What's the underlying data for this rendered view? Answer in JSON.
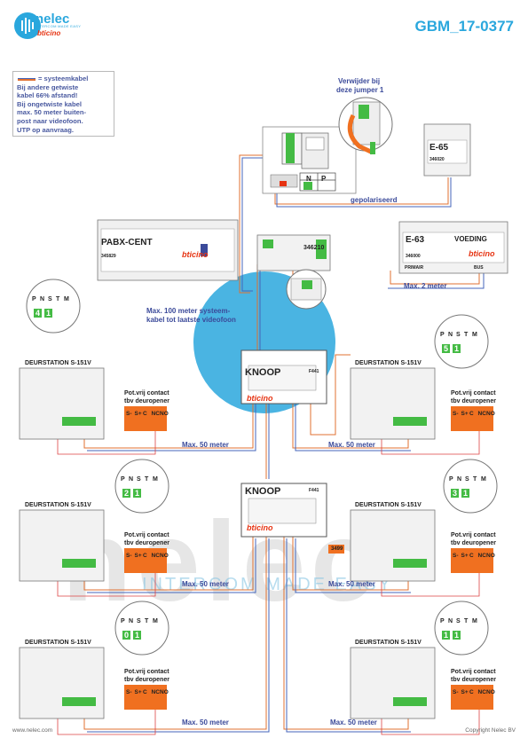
{
  "header": {
    "doc_code": "GBM_17-0377",
    "logo_name": "nelec",
    "logo_tagline": "INTERCOM MADE EASY",
    "logo_brand": "bticino"
  },
  "legend": {
    "line1": "= systeemkabel",
    "line2": "Bij andere getwiste",
    "line3": "kabel 66% afstand!",
    "line4": "Bij ongetwiste kabel",
    "line5": "max. 50 meter buiten-",
    "line6": "post naar videofoon.",
    "line7": "UTP op aanvraag."
  },
  "annotations": {
    "jumper_line1": "Verwijder bij",
    "jumper_line2": "deze jumper 1",
    "polarised": "gepolariseerd",
    "max2": "Max. 2 meter",
    "max100_1": "Max. 100 meter systeem-",
    "max100_2": "kabel tot laatste videofoon",
    "max50": "Max. 50 meter",
    "contact1": "Pot.vrij contact",
    "contact2": "tbv deuropener",
    "part3499": "3499"
  },
  "devices": {
    "pabx_name": "PABX-CENT",
    "pabx_code": "345829",
    "interface_code": "346210",
    "e65_name": "E-65",
    "e65_code": "346020",
    "e63_name": "E-63",
    "e63_label": "VOEDING",
    "e63_code": "346000",
    "e63_primair": "PRIMAIR",
    "e63_bus": "BUS",
    "knoop_name": "KNOOP",
    "knoop_code": "F441",
    "brand": "bticino",
    "door_station": "DEURSTATION S-151V",
    "np_n": "N",
    "np_p": "P"
  },
  "door_stations": [
    {
      "pos": "left-1",
      "n1": "4",
      "n2": "1"
    },
    {
      "pos": "right-1",
      "n1": "5",
      "n2": "1"
    },
    {
      "pos": "left-2",
      "n1": "2",
      "n2": "1"
    },
    {
      "pos": "right-2",
      "n1": "3",
      "n2": "1"
    },
    {
      "pos": "left-3",
      "n1": "0",
      "n2": "1"
    },
    {
      "pos": "right-3",
      "n1": "1",
      "n2": "1"
    }
  ],
  "relay_terms": [
    "S-",
    "S+",
    "C",
    "NC",
    "NO"
  ],
  "footer": {
    "left": "www.nelec.com",
    "right": "Copyright Nelec BV"
  },
  "colors": {
    "brand_blue": "#2aa7dd",
    "label_blue": "#3b4a9a",
    "relay_orange": "#f07020",
    "bticino_red": "#e63312",
    "terminal_green": "#44bb44",
    "cable_orange": "#e07030",
    "cable_blue": "#4466bb"
  }
}
